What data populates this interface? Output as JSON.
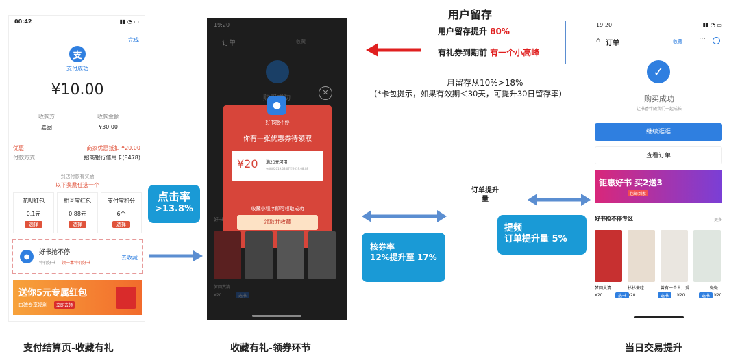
{
  "captions": {
    "p1": "支付结算页-收藏有礼",
    "p2": "收藏有礼-领券环节",
    "p3": "当日交易提升"
  },
  "retention": {
    "title": "用户留存",
    "line1": "用户留存提升",
    "line1_hl": "80%",
    "line2": "有礼券到期前",
    "line2_hl": "有一个小高峰",
    "note1": "月留存从10%>18%",
    "note2": "(*卡包提示，如果有效期＜30天，可提升30日留存率)"
  },
  "callouts": {
    "click_title": "点击率",
    "click_value": ">13.8%",
    "coupon_line1": "核券率",
    "coupon_line2": "12%提升至 17%",
    "order_label_l1": "订单提升",
    "order_label_l2": "量",
    "freq_line1": "提频",
    "freq_line2": "订单提升量 5%"
  },
  "phone1": {
    "time": "00:42",
    "done": "完成",
    "logo": "支",
    "success": "支付成功",
    "amount": "¥10.00",
    "payee_label": "收款方",
    "payee": "嘉图",
    "amt_label": "收款金额",
    "amt": "¥30.00",
    "discount_label": "优惠",
    "discount_val": "商家优惠抵扣 ¥20.00",
    "method_label": "付款方式",
    "method_val": "招商银行信用卡(8478)",
    "reward_hint": "到店付款有奖励",
    "reward_title": "以下奖励任选一个",
    "rewards": [
      {
        "name": "花呗红包",
        "val": "0.1元",
        "btn": "选择"
      },
      {
        "name": "相互宝红包",
        "val": "0.88元",
        "btn": "选择"
      },
      {
        "name": "支付宝积分",
        "val": "6个",
        "btn": "选择"
      }
    ],
    "fav_name": "好书抢不停",
    "fav_sub": "特价好书",
    "fav_tag": "领一本特价好书",
    "fav_btn": "去收藏",
    "banner_main": "送你5元专属红包",
    "banner_sub": "口碑专享福利",
    "banner_btn": "立即去领"
  },
  "phone2": {
    "time": "19:20",
    "title": "订单",
    "fav": "收藏",
    "app_name": "好书抢不停",
    "headline": "你有一张优惠券待领取",
    "coupon_amt": "¥20",
    "coupon_cond": "满20元可用",
    "coupon_valid": "有效期2019.08.07至2019.08.08",
    "tip": "收藏小程序即可领取成功",
    "claim_btn": "领取并收藏",
    "bg_label": "购买成功",
    "bg_section": "好书",
    "bg_b1": "梦回大清",
    "bg_price": "¥20",
    "bg_btn": "选书"
  },
  "phone3": {
    "time": "19:20",
    "title": "订单",
    "fav": "收藏",
    "success": "购买成功",
    "sub": "让书香伴随我们一起成长",
    "btn1": "继续逛逛",
    "btn2": "查看订单",
    "banner": "钜惠好书 买2送3",
    "banner_sub": "包邮到家",
    "section": "好书抢不停专区",
    "more": "更多",
    "books": [
      {
        "name": "梦回大清",
        "price": "¥20",
        "btn": "选书"
      },
      {
        "name": "杉杉来吃",
        "price": "¥20",
        "btn": "选书"
      },
      {
        "name": "曾有一个人，爱...",
        "price": "¥20",
        "btn": "选书"
      },
      {
        "name": "微微",
        "price": "¥20",
        "btn": "选书"
      }
    ]
  },
  "colors": {
    "accent_blue": "#1a9ad6",
    "red": "#e0533b",
    "alipay_blue": "#2f7fe0"
  }
}
